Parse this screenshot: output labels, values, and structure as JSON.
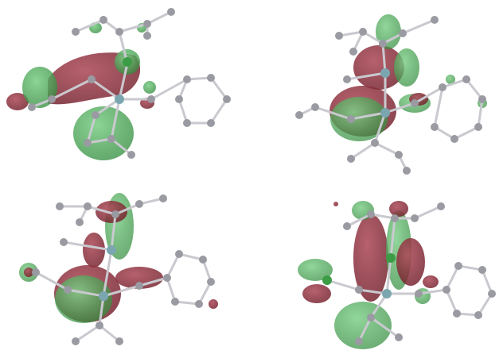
{
  "figure": {
    "kind": "molecular orbital renderings",
    "panel_count": 4,
    "lobe_colors": {
      "positive": "#2f8a3a",
      "negative": "#7a1f2a"
    },
    "atom_colors": {
      "carbon": "#9a9aa2",
      "metal": "#7ba6b0",
      "halide": "#3c9c46",
      "bond": "#c9c9cf"
    },
    "panels": [
      {
        "id": "orbital-1",
        "position": "top-left"
      },
      {
        "id": "orbital-2",
        "position": "top-right"
      },
      {
        "id": "orbital-3",
        "position": "bottom-left"
      },
      {
        "id": "orbital-4",
        "position": "bottom-right"
      }
    ]
  }
}
